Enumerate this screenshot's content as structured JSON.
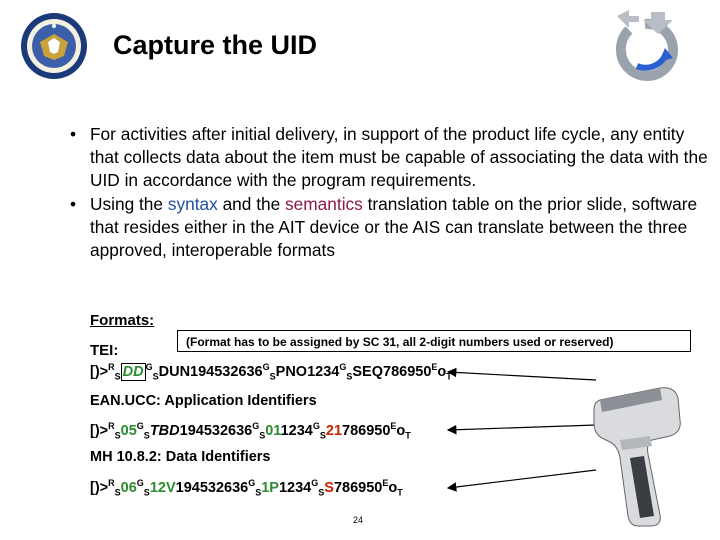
{
  "title": "Capture the UID",
  "bullets": [
    {
      "text": "For activities after initial delivery, in support of the product life cycle, any entity that collects data about the item must be capable of associating the data with the UID in accordance with the program requirements."
    },
    {
      "pre": "Using the ",
      "syntax": "syntax",
      "mid": " and the ",
      "semantics": "semantics",
      "post": " translation table on the prior slide, software that resides either in the AIT device or the AIS can translate between the three approved, interoperable formats"
    }
  ],
  "formats_label": "Formats:",
  "note": "(Format has to be assigned by SC 31, all 2-digit numbers used or reserved)",
  "tei_label": "TEI:",
  "ean_label": "EAN.UCC: Application Identifiers",
  "mh_label": "MH 10.8.2: Data Identifiers",
  "codes": {
    "prefix": "[)>",
    "rs": "R",
    "s": "S",
    "gs": "G",
    "eo": "E",
    "ot": "o",
    "t": "T",
    "tei": {
      "dd": "DD",
      "part1": "DUN",
      "val1": "194532636",
      "part2": "PNO",
      "val2": "1234",
      "part3": "SEQ",
      "val3": "786950"
    },
    "ean": {
      "fmt": "05",
      "part1": "TBD",
      "val1": "194532636",
      "part2": "01",
      "val2": "1234",
      "part3": "21",
      "val3": "786950"
    },
    "mh": {
      "fmt": "06",
      "part1": "12V",
      "val1": "194532636",
      "part2": "1P",
      "val2": "1234",
      "part3": "S",
      "val3": "786950"
    }
  },
  "page_number": "24"
}
